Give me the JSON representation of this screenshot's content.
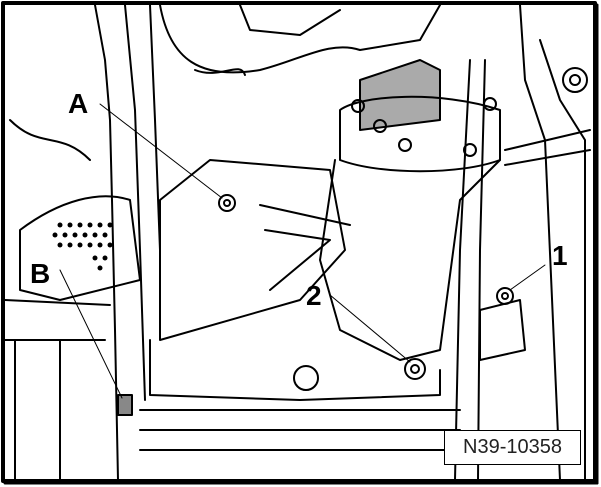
{
  "callouts": {
    "a": "A",
    "b": "B",
    "one": "1",
    "two": "2"
  },
  "figure_id": "N39-10358"
}
